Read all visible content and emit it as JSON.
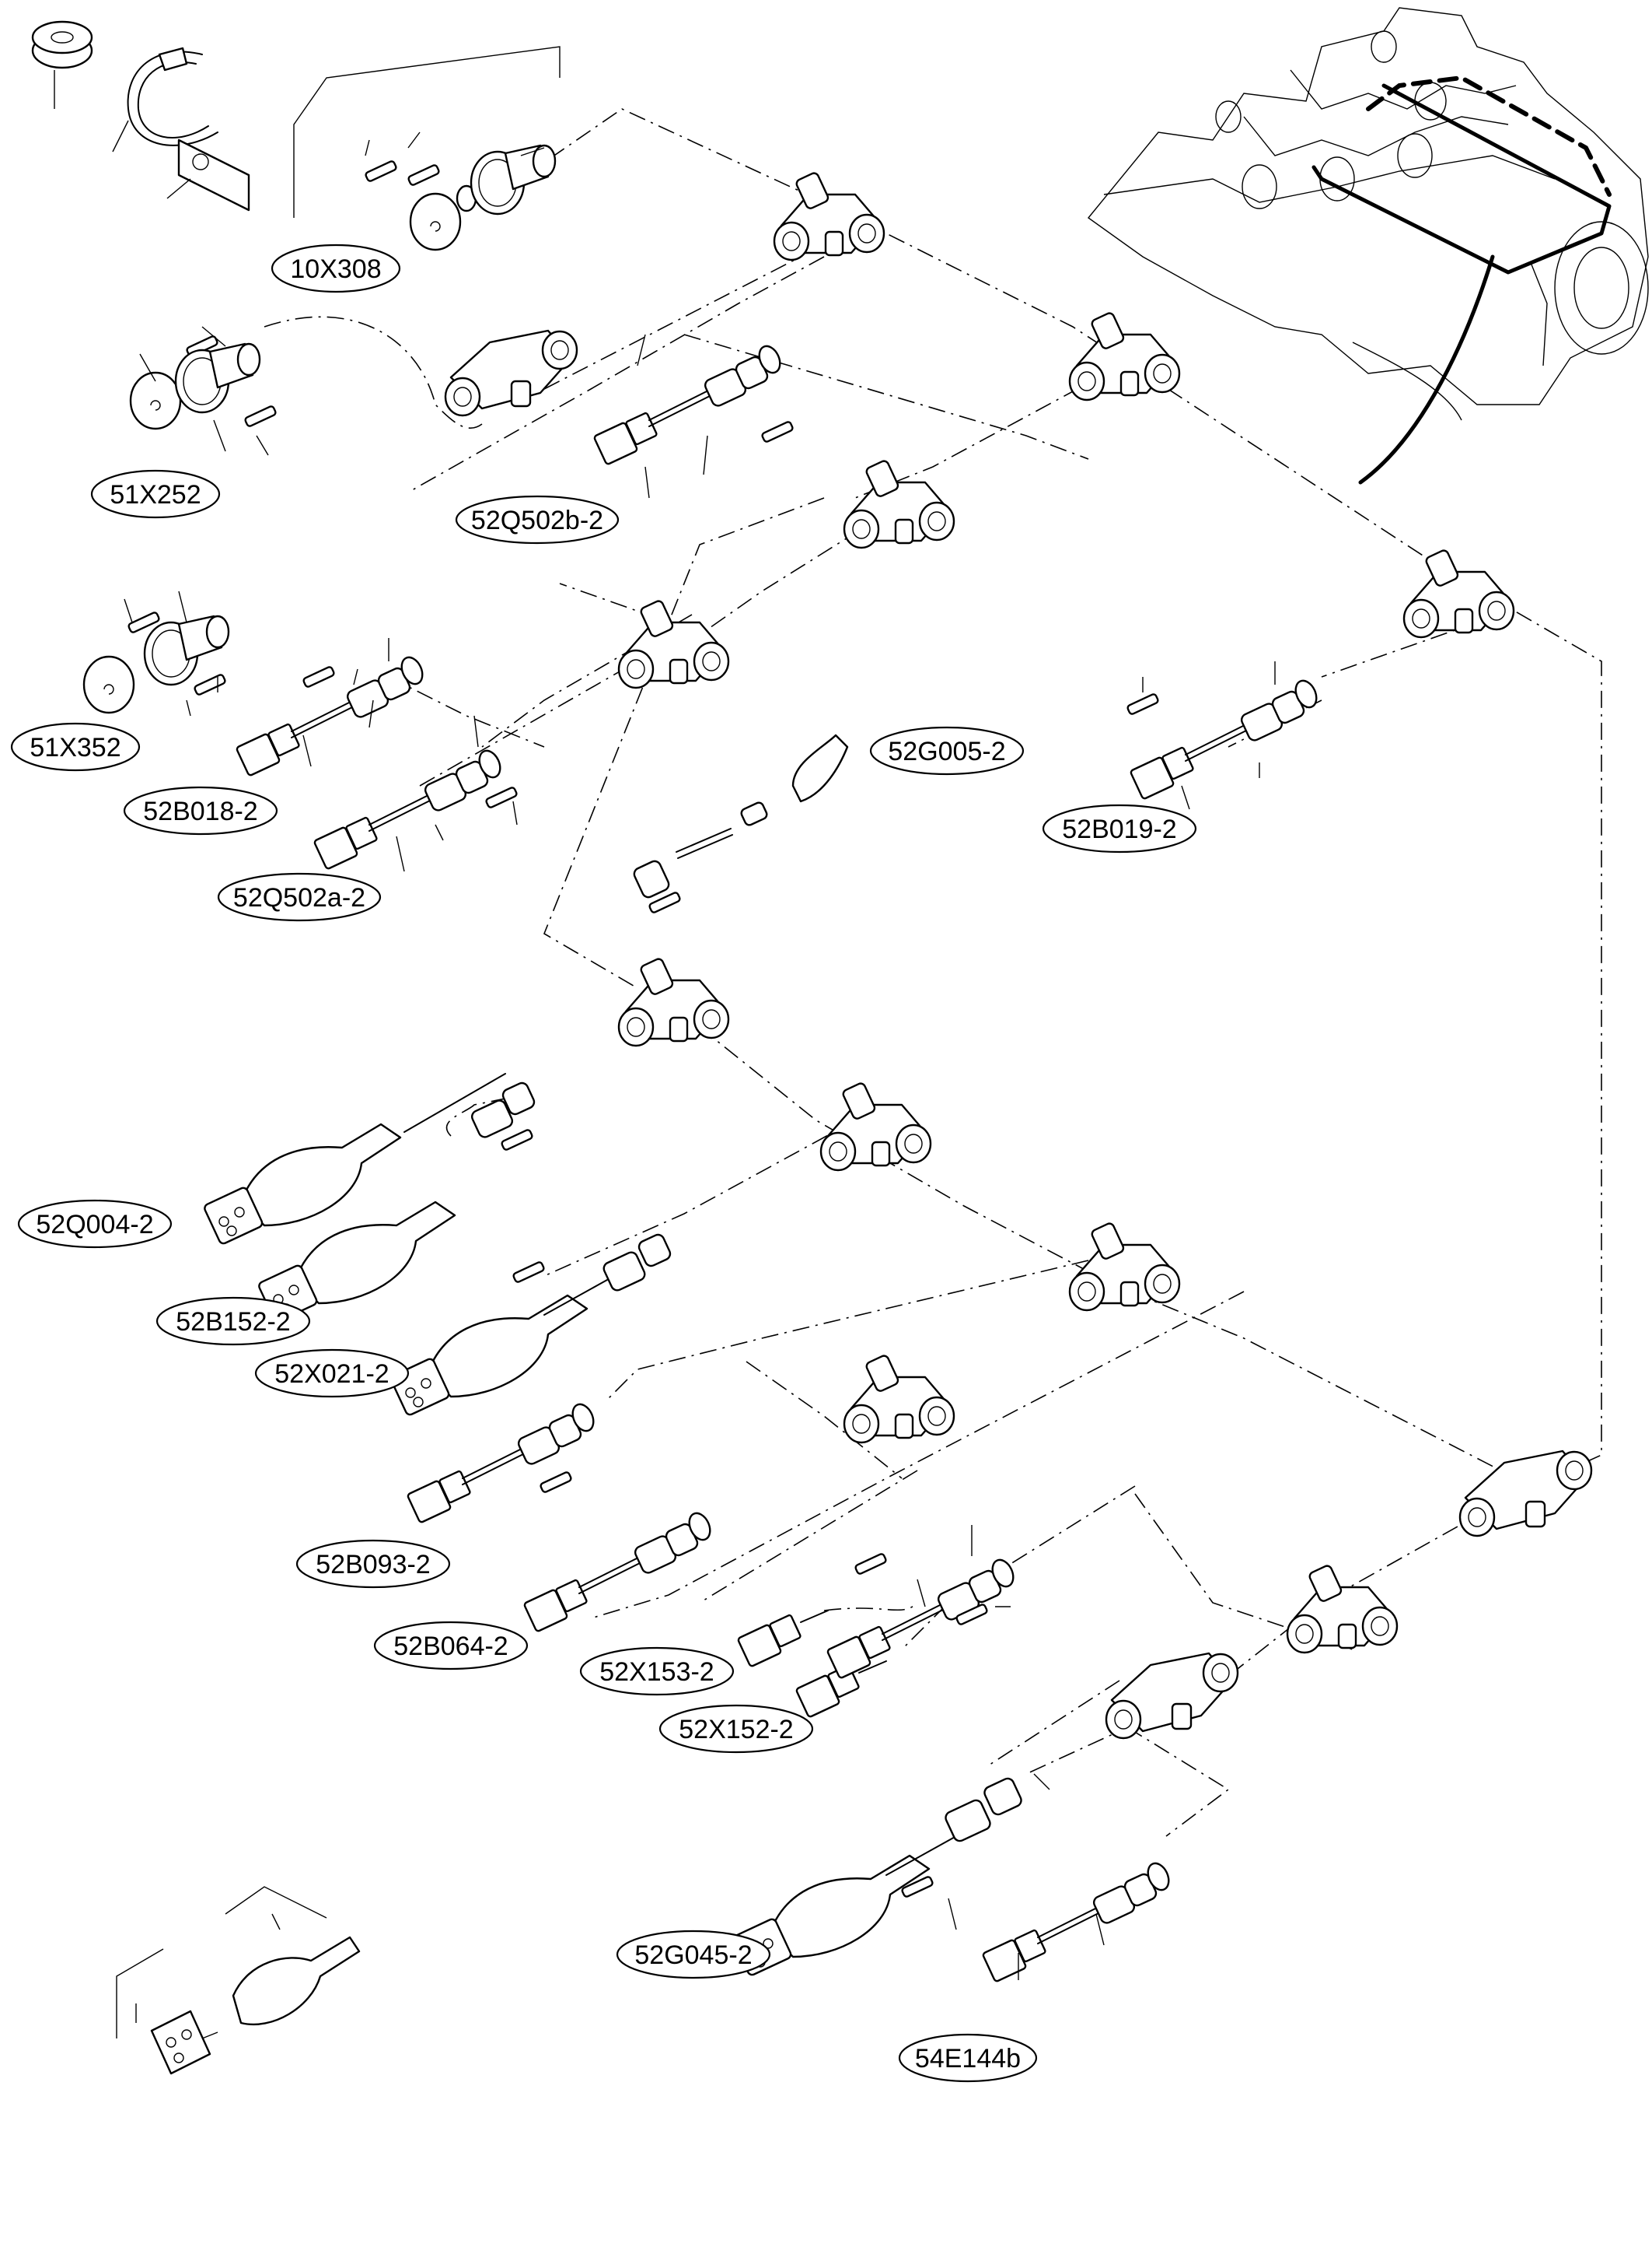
{
  "labels": {
    "10X308": "10X308",
    "51X252": "51X252",
    "52Q502b-2": "52Q502b-2",
    "51X352": "51X352",
    "52B018-2": "52B018-2",
    "52Q502a-2": "52Q502a-2",
    "52G005-2": "52G005-2",
    "52B019-2": "52B019-2",
    "52Q004-2": "52Q004-2",
    "52B152-2": "52B152-2",
    "52X021-2": "52X021-2",
    "52B093-2": "52B093-2",
    "52B064-2": "52B064-2",
    "52X153-2": "52X153-2",
    "52X152-2": "52X152-2",
    "52G045-2": "52G045-2",
    "54E144b": "54E144b"
  },
  "colors": {
    "ink": "#000000",
    "paper": "#ffffff"
  }
}
